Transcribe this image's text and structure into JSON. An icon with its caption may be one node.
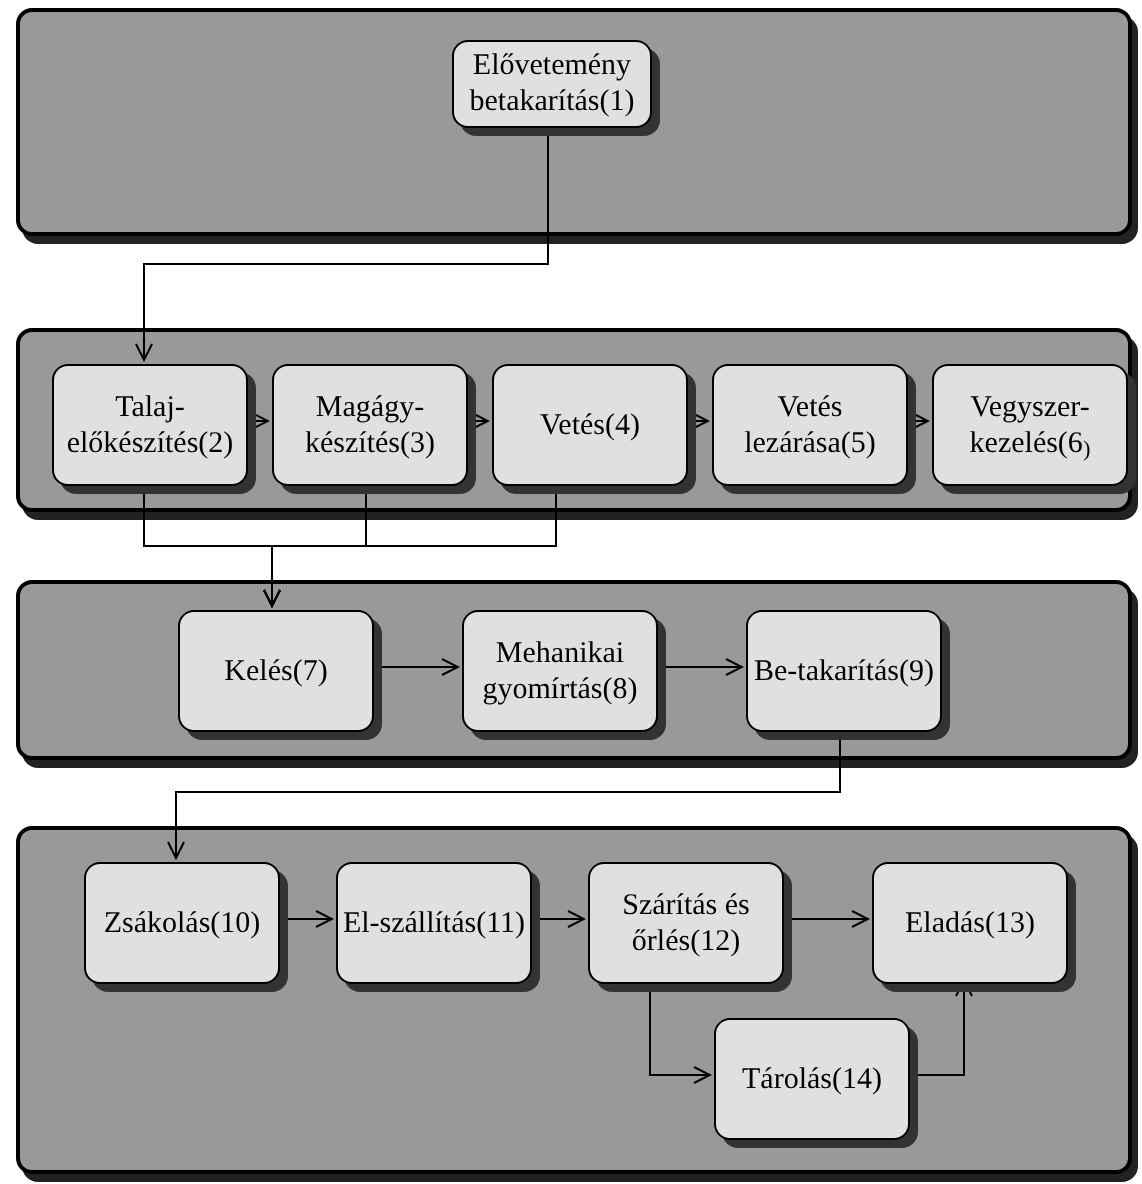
{
  "diagram": {
    "nodes": [
      {
        "text": [],
        "shape": "box"
      },
      {
        "text": [
          "Elővetemény betakarítás(1)"
        ],
        "in": 0
      },
      {
        "text": [],
        "shape": "box"
      },
      {
        "text": [
          "Talaj-előkészítés(2)"
        ],
        "in": 2
      },
      {
        "text": [
          "Magágy-készítés(3)"
        ],
        "in": 2
      },
      {
        "text": [
          "Vetés(4)"
        ],
        "in": 2
      },
      {
        "text": [
          "Vetés lezárása(5)"
        ],
        "in": 2
      },
      {
        "text": [
          "Vegyszer-kezelés(6$_{)}$"
        ],
        "in": 2
      },
      {
        "text": [],
        "shape": "box"
      },
      {
        "text": [
          "Kelés(7)"
        ],
        "in": 8
      },
      {
        "text": [
          "Mehanikai gyomírtás(8)"
        ],
        "in": 8
      },
      {
        "text": [
          "Be-takarítás(9)"
        ],
        "in": 8
      },
      {
        "text": [],
        "shape": "box"
      },
      {
        "text": [
          "Zsákolás(10)"
        ],
        "in": 12
      },
      {
        "text": [
          "El-szállítás(11)"
        ],
        "in": 12
      },
      {
        "text": [
          "Szárítás és őrlés(12)"
        ],
        "in": 12
      },
      {
        "text": [
          "Eladás(13)"
        ],
        "in": 12
      },
      {
        "text": [
          "Tárolás(14)"
        ],
        "in": 12
      }
    ],
    "edges": [
      {
        "from": 1,
        "to": 3,
        "arrow": "to"
      },
      {
        "from": 3,
        "to": 4,
        "arrow": "to"
      },
      {
        "from": 4,
        "to": 5,
        "arrow": "to"
      },
      {
        "from": 5,
        "to": 6,
        "arrow": "to"
      },
      {
        "from": 6,
        "to": 7,
        "arrow": "to"
      },
      {
        "from": 3,
        "to": 9,
        "arrow": "to"
      },
      {
        "from": 4,
        "to": 9,
        "arrow": "to"
      },
      {
        "from": 5,
        "to": 9,
        "arrow": "to"
      },
      {
        "from": 9,
        "to": 10,
        "arrow": "to"
      },
      {
        "from": 10,
        "to": 11,
        "arrow": "to"
      },
      {
        "from": 11,
        "to": 13,
        "arrow": "to"
      },
      {
        "from": 13,
        "to": 14,
        "arrow": "to"
      },
      {
        "from": 14,
        "to": 15,
        "arrow": "to"
      },
      {
        "from": 15,
        "to": 16,
        "arrow": "to"
      },
      {
        "from": 15,
        "to": 17,
        "arrow": "to"
      },
      {
        "from": 17,
        "to": 16,
        "arrow": "to"
      }
    ]
  }
}
